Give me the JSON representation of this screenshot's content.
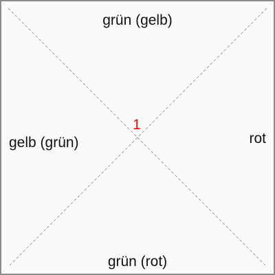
{
  "regions": {
    "top": "grün (gelb)",
    "left": "gelb (grün)",
    "right": "rot",
    "bottom": "grün (rot)",
    "center": "1"
  },
  "colors": {
    "background": "#fafafa",
    "border": "#8a8a8a",
    "diagonal": "#9a9a9a",
    "text": "#111111",
    "center_text": "#ff0000"
  }
}
